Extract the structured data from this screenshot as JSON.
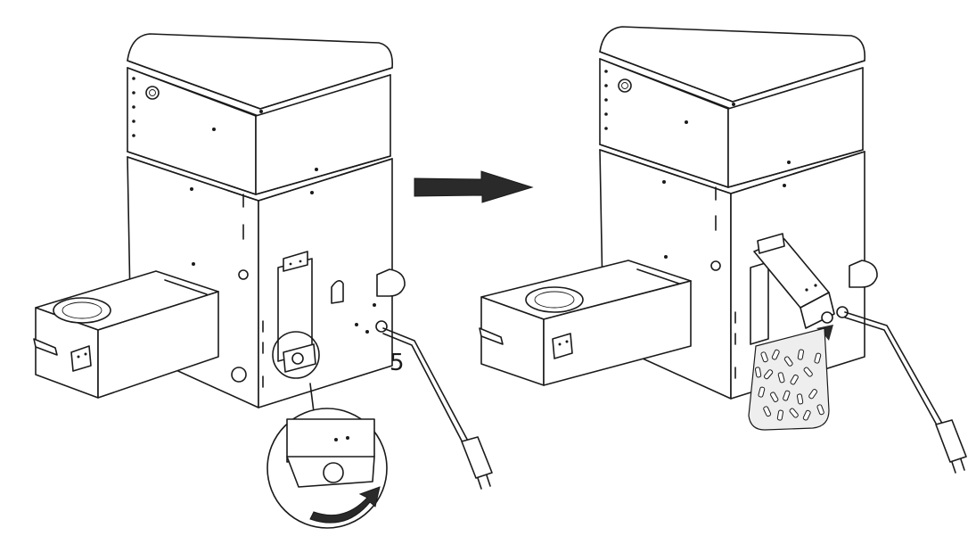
{
  "diagram": {
    "step_number": "5",
    "colors": {
      "stroke": "#1a1a1a",
      "background": "#ffffff",
      "arrow_fill": "#2a2a2a",
      "pellets_fill": "#eeeeee"
    },
    "panels": [
      {
        "id": "before",
        "description_icon": "pellet-hopper-closed-chute-icon"
      },
      {
        "id": "after",
        "description_icon": "pellet-hopper-open-chute-icon"
      }
    ],
    "icons": [
      "transition-arrow-icon",
      "rotate-arrow-icon",
      "power-plug-icon",
      "magnifier-circle-icon"
    ]
  }
}
